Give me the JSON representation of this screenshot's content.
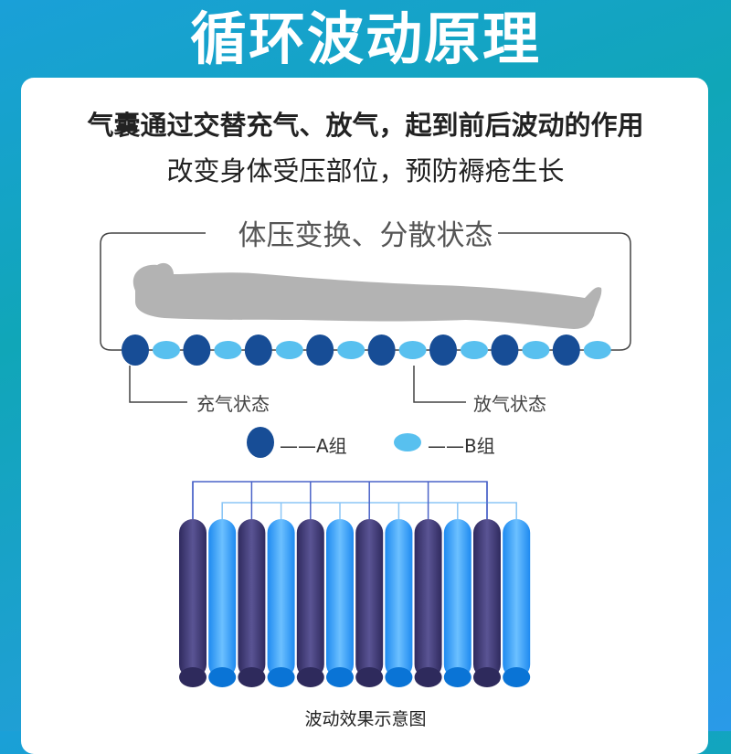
{
  "title": "循环波动原理",
  "description": {
    "line1": "气囊通过交替充气、放气，起到前后波动的作用",
    "line2": "改变身体受压部位，预防褥疮生长"
  },
  "diagram": {
    "subtitle": "体压变换、分散状态",
    "inflated_label": "充气状态",
    "deflated_label": "放气状态",
    "legend": [
      {
        "label": "——A组",
        "color": "#174d96"
      },
      {
        "label": "——B组",
        "color": "#58c0ef"
      }
    ],
    "bead_pairs": 8,
    "tube_pairs": 6,
    "caption": "波动效果示意图"
  },
  "colors": {
    "group_a": "#174d96",
    "group_b": "#58c0ef",
    "tube_a": "#3d3a72",
    "tube_b": "#2f9cf5",
    "body": "#b3b3b3"
  }
}
